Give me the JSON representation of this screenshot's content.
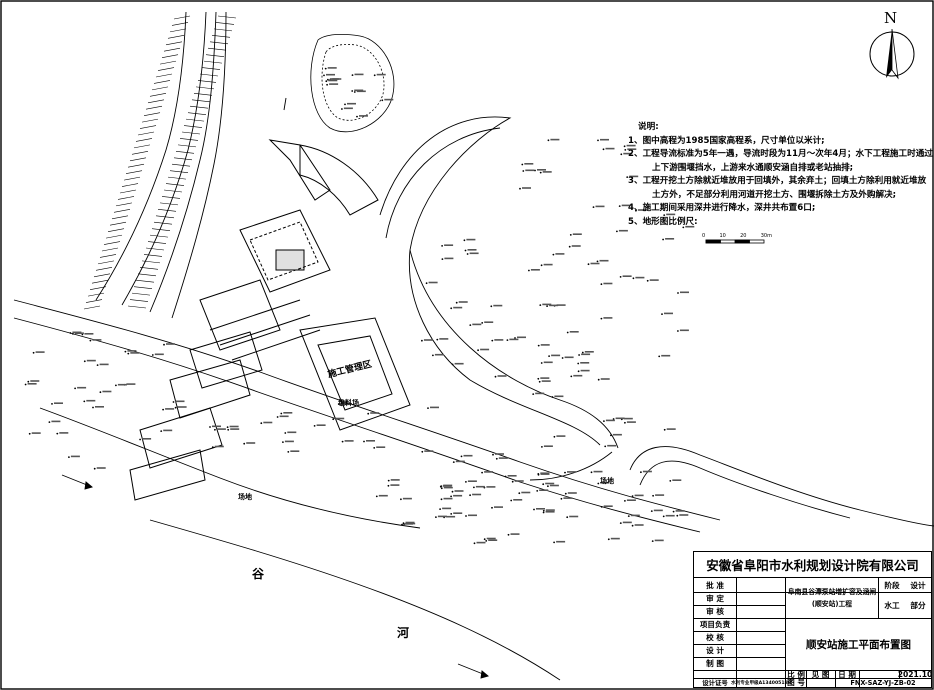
{
  "north": "N",
  "notes": {
    "heading": "说明:",
    "items": [
      "1、图中高程为1985国家高程系，尺寸单位以米计;",
      "2、工程导流标准为5年一遇，导流时段为11月～次年4月；水下工程施工时通过",
      "上下游围堰挡水，上游来水通顺安涵自排或老站抽排;",
      "3、工程开挖土方除就近堆放用于回填外，其余弃土；回填土方除利用就近堆放",
      "土方外，不足部分利用河道开挖土方、围堰拆除土方及外购解决;",
      "4、施工期间采用深井进行降水，深井共布置6口;",
      "5、地形图比例尺:"
    ],
    "scale_ticks": [
      "0",
      "10",
      "20",
      "30m"
    ]
  },
  "map_labels": {
    "construction_area": "施工管理区",
    "material": "堆料场",
    "field": "场地",
    "field2": "场地",
    "river_left": "谷",
    "river_right": "河"
  },
  "title_block": {
    "company": "安徽省阜阳市水利规划设计院有限公司",
    "rows": [
      "批 准",
      "审 定",
      "审 核",
      "项目负责",
      "校 核",
      "设 计",
      "制 图"
    ],
    "project": "阜南县谷潭泵站增扩容及涵闸(顺安站)工程",
    "stage_label": "阶段",
    "stage_value": "设计",
    "discipline": "水工",
    "part": "部分",
    "drawing_title": "顺安站施工平面布置图",
    "scale_label": "比 例",
    "scale_value": "见 图",
    "date_label": "日 期",
    "date_value": "2021.10",
    "cert_label": "设计证号",
    "cert_value": "水利专业甲级A134005186",
    "drawing_no_label": "图 号",
    "drawing_no": "FNX-SAZ-YJ-ZB-02"
  },
  "colors": {
    "ink": "#000000",
    "paper": "#ffffff"
  }
}
